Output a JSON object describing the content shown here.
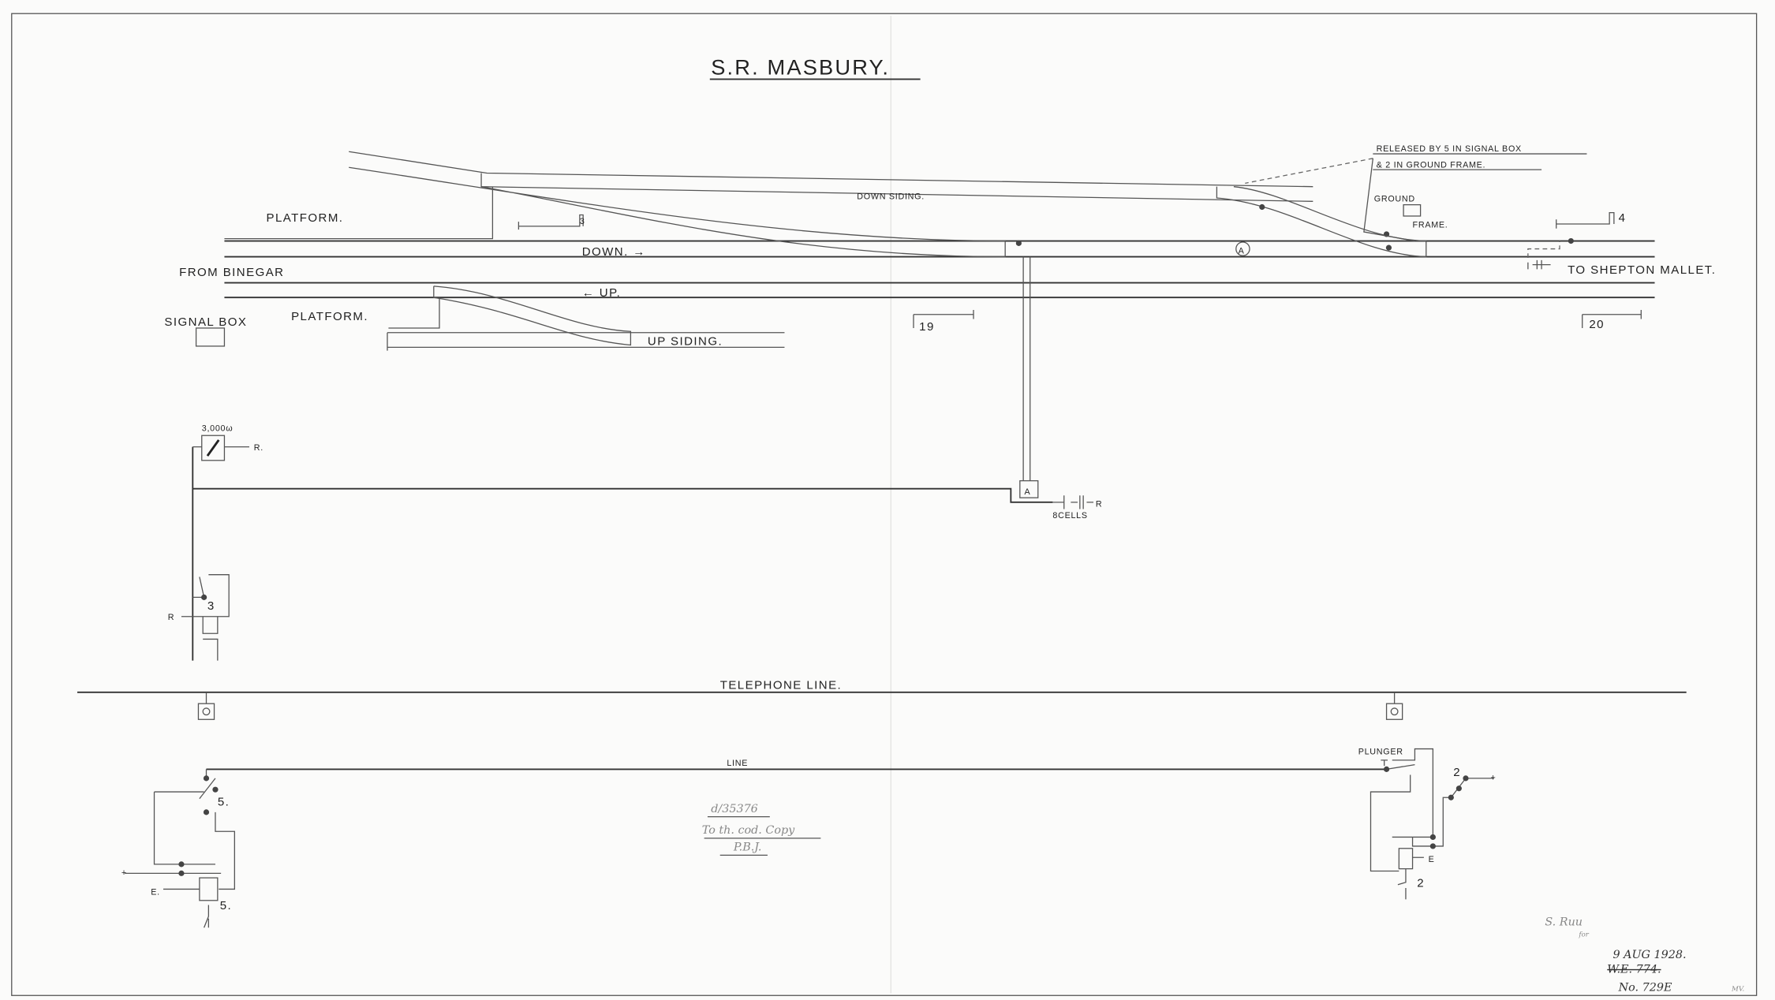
{
  "title": "S.R. MASBURY.",
  "labels": {
    "platform_top": "PLATFORM.",
    "platform_bottom": "PLATFORM.",
    "down_siding": "DOWN SIDING.",
    "down": "DOWN. →",
    "up": "← UP.",
    "up_siding": "UP SIDING.",
    "from": "FROM BINEGAR",
    "to": "TO SHEPTON MALLET.",
    "signal_box": "SIGNAL BOX",
    "ground": "GROUND",
    "frame": "FRAME.",
    "released_1": "RELEASED BY 5 IN SIGNAL BOX",
    "released_2": "& 2 IN GROUND FRAME.",
    "track_circuit": "A",
    "signal_3": "3",
    "signal_4": "4",
    "signal_19": "19",
    "signal_20": "20"
  },
  "circuit": {
    "resistance": "3,000ω",
    "r1": "R.",
    "r2": "R",
    "r3": "R",
    "relay": "A",
    "cells": "8CELLS",
    "lever_3": "3",
    "telephone_line": "TELEPHONE LINE.",
    "line": "LINE",
    "plunger": "PLUNGER",
    "lever_5a": "5.",
    "lever_5b": "5.",
    "e_left": "E.",
    "e_right": "E",
    "lever_2a": "2",
    "lever_2b": "2",
    "plus_left": "+",
    "plus_right": "+"
  },
  "annotations": {
    "ref_1": "d/35376",
    "ref_2": "To th. cod. Copy",
    "ref_3": "P.B.J.",
    "signature": "S. Ruu",
    "signature_title": "for",
    "date": "9 AUG 1928.",
    "old_no": "W.E. 774.",
    "drawing_no": "No. 729E",
    "initials": "MV."
  }
}
